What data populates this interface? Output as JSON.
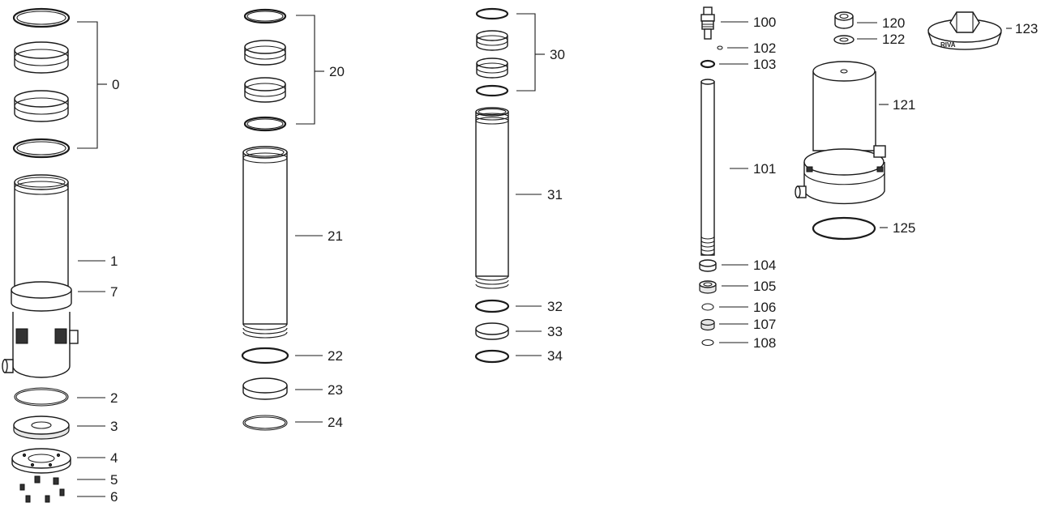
{
  "diagram": {
    "labels": {
      "p0": "0",
      "p1": "1",
      "p2": "2",
      "p3": "3",
      "p4": "4",
      "p5": "5",
      "p6": "6",
      "p7": "7",
      "p20": "20",
      "p21": "21",
      "p22": "22",
      "p23": "23",
      "p24": "24",
      "p30": "30",
      "p31": "31",
      "p32": "32",
      "p33": "33",
      "p34": "34",
      "p100": "100",
      "p101": "101",
      "p102": "102",
      "p103": "103",
      "p104": "104",
      "p105": "105",
      "p106": "106",
      "p107": "107",
      "p108": "108",
      "p120": "120",
      "p121": "121",
      "p122": "122",
      "p123": "123",
      "p125": "125"
    },
    "cap_marking": "RIVA"
  }
}
